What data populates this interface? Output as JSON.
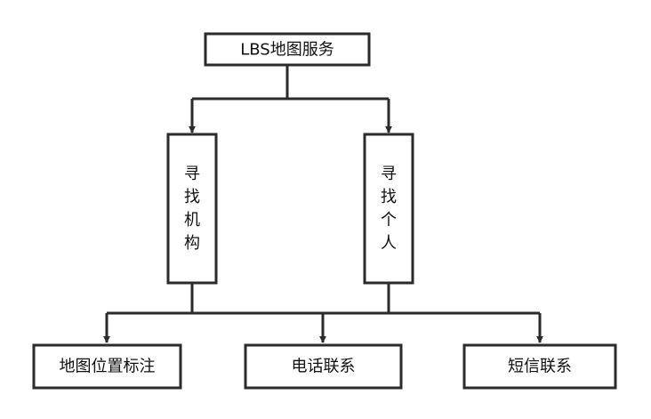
{
  "diagram": {
    "root": "LBS地图服务",
    "branch_left": "寻找机构",
    "branch_right": "寻找个人",
    "leaf_1": "地图位置标注",
    "leaf_2": "电话联系",
    "leaf_3": "短信联系"
  },
  "colors": {
    "stroke": "#2b2b2b",
    "box_fill": "#ffffff",
    "text": "#111111"
  }
}
